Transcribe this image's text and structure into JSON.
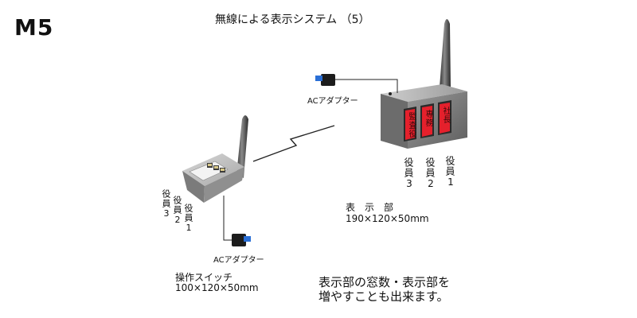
{
  "page": {
    "code": "M5",
    "title": "無線による表示システム （5）"
  },
  "display_unit": {
    "adapter_label": "ACアダプター",
    "windows": [
      "監査役",
      "専務",
      "社長"
    ],
    "window_color": "#e5202c",
    "labels": [
      {
        "name": "役員",
        "num": "3"
      },
      {
        "name": "役員",
        "num": "2"
      },
      {
        "name": "役員",
        "num": "1"
      }
    ],
    "caption_title": "表　示　部",
    "caption_size": "190×120×50mm"
  },
  "switch_unit": {
    "adapter_label": "ACアダプター",
    "labels": [
      {
        "name": "役員",
        "num": "3"
      },
      {
        "name": "役員",
        "num": "2"
      },
      {
        "name": "役員",
        "num": "1"
      }
    ],
    "caption_title": "操作スイッチ",
    "caption_size": "100×120×50mm"
  },
  "note": {
    "line1": "表示部の窓数・表示部を",
    "line2": "増やすことも出来ます。"
  },
  "icons": {
    "wireless": "lightning-bolt-icon",
    "antenna": "antenna-icon",
    "adapter": "ac-adapter-icon"
  }
}
